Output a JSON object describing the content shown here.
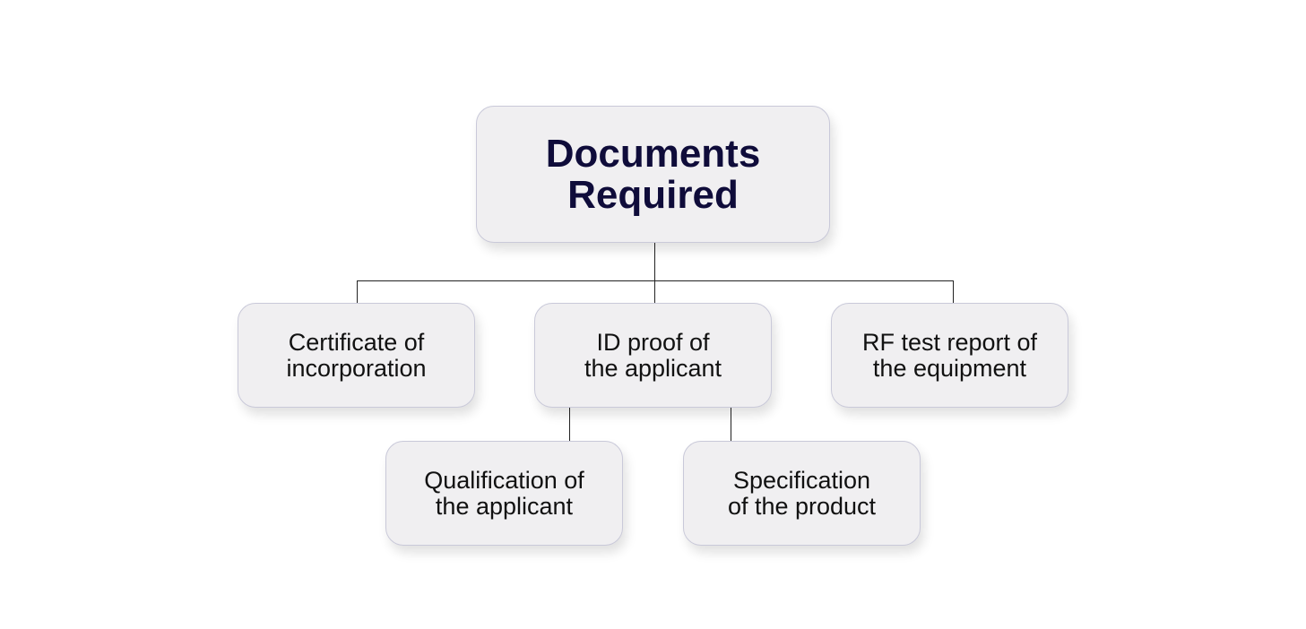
{
  "root": {
    "label": "Documents\nRequired"
  },
  "level1": [
    {
      "label": "Certificate of\nincorporation"
    },
    {
      "label": "ID proof of\nthe applicant"
    },
    {
      "label": "RF test report of\nthe equipment"
    }
  ],
  "level2": [
    {
      "label": "Qualification of\nthe applicant"
    },
    {
      "label": "Specification\nof the product"
    }
  ],
  "colors": {
    "title": "#0f0c3a",
    "box_fill": "#f0eff1",
    "box_border": "#c9c9d9",
    "connector": "#222222"
  }
}
